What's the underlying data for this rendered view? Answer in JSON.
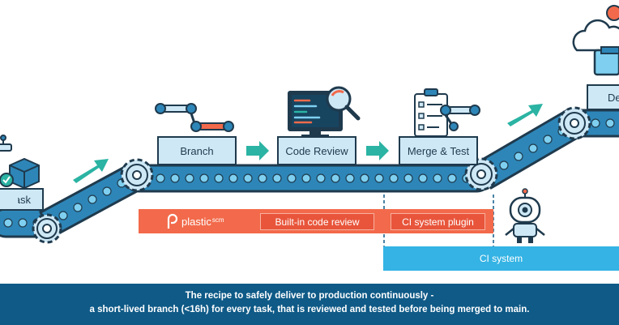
{
  "stages": {
    "task": "Task",
    "branch": "Branch",
    "code_review": "Code Review",
    "merge_test": "Merge & Test",
    "deploy": "De"
  },
  "plastic": {
    "logo_main": "plastic",
    "logo_sub": "scm",
    "builtin_review": "Built-in code review",
    "ci_plugin": "CI system plugin"
  },
  "ci_system": "CI system",
  "footer": {
    "line1": "The recipe to safely deliver to production continuously -",
    "line2": "a short-lived branch (<16h) for every task, that is reviewed and tested before being merged to main."
  },
  "colors": {
    "belt_outline": "#1f3a4d",
    "belt_fill": "#2e86b8",
    "belt_dot": "#7fd0f0",
    "box_fill": "#cfe8f6",
    "arrow": "#2bb3a3",
    "plastic_orange": "#f26a4b",
    "ci_blue": "#34b3e4",
    "footer_bg": "#0f5a87"
  }
}
